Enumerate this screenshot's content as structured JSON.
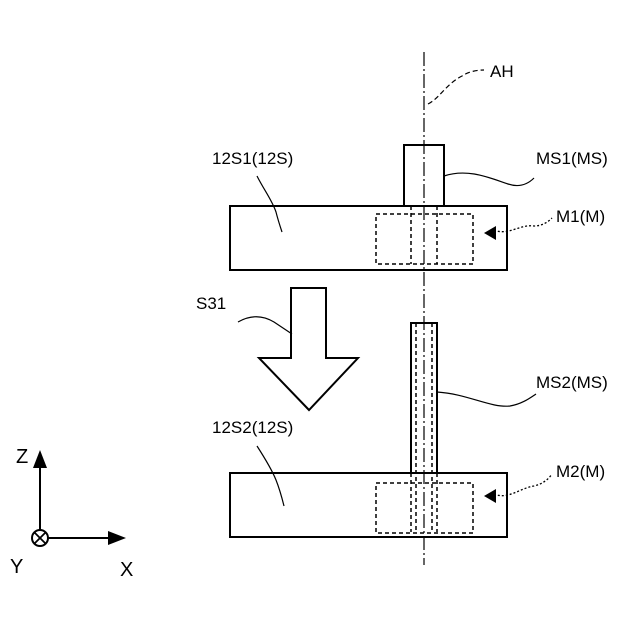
{
  "labels": {
    "axis_line": "AH",
    "upper_plate": "12S1(12S)",
    "upper_shaft": "MS1(MS)",
    "upper_motor": "M1(M)",
    "step": "S31",
    "lower_shaft": "MS2(MS)",
    "lower_plate": "12S2(12S)",
    "lower_motor": "M2(M)"
  },
  "axes": {
    "z": "Z",
    "y": "Y",
    "x": "X"
  }
}
